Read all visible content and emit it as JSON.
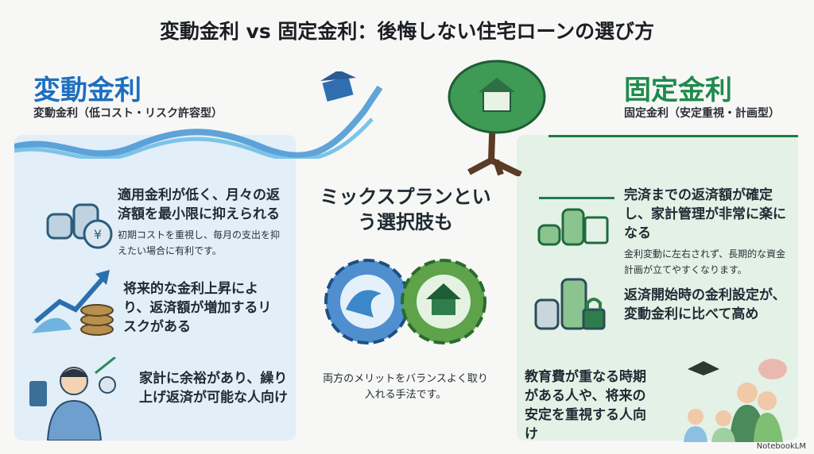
{
  "title": "変動金利 vs 固定金利：後悔しない住宅ローンの選び方",
  "variable": {
    "heading": "変動金利",
    "subtitle": "変動金利（低コスト・リスク許容型）",
    "items": [
      {
        "head": "適用金利が低く、月々の返済額を最小限に抑えられる",
        "sub": "初期コストを重視し、毎月の支出を抑えたい場合に有利です。"
      },
      {
        "head": "将来的な金利上昇により、返済額が増加するリスクがある",
        "sub": ""
      },
      {
        "head": "家計に余裕があり、繰り上げ返済が可能な人向け",
        "sub": ""
      }
    ]
  },
  "fixed": {
    "heading": "固定金利",
    "subtitle": "固定金利（安定重視・計画型）",
    "items": [
      {
        "head": "完済までの返済額が確定し、家計管理が非常に楽になる",
        "sub": "金利変動に左右されず、長期的な資金計画が立てやすくなります。"
      },
      {
        "head": "返済開始時の金利設定が、変動金利に比べて高め",
        "sub": ""
      },
      {
        "head": "教育費が重なる時期がある人や、将来の安定を重視する人向け",
        "sub": ""
      }
    ]
  },
  "mix": {
    "heading": "ミックスプランという選択肢も",
    "caption": "両方のメリットをバランスよく取り入れる手法です。"
  },
  "watermark": "NotebookLM",
  "colors": {
    "blue": "#1e6fbf",
    "green": "#1f8a4c"
  }
}
